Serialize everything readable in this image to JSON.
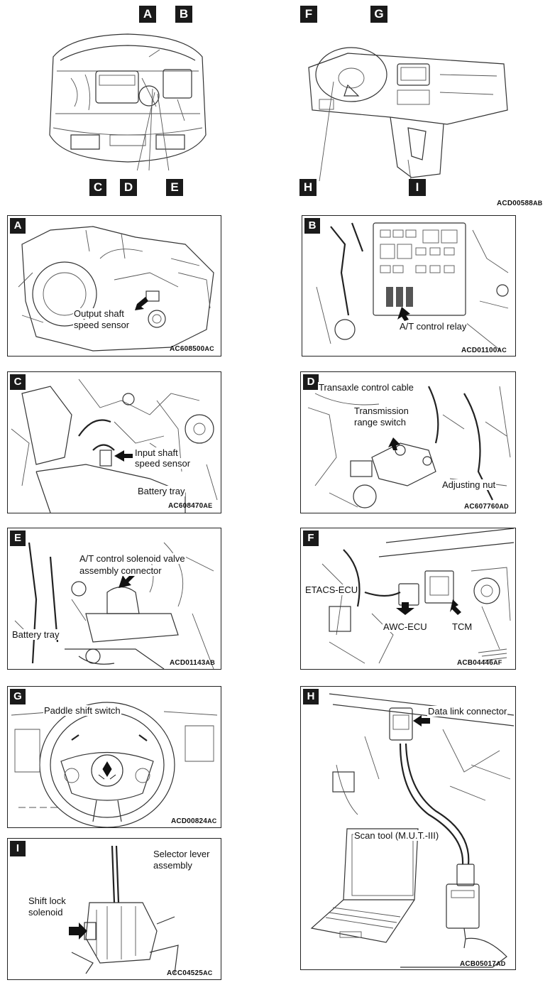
{
  "overview": {
    "callouts_engine": [
      "A",
      "B",
      "C",
      "D",
      "E"
    ],
    "callouts_cabin": [
      "F",
      "G",
      "H",
      "I"
    ],
    "code": "ACD00588",
    "code_suffix": "AB"
  },
  "panels": {
    "A": {
      "letter": "A",
      "labels": [
        "Output shaft speed sensor"
      ],
      "label_lines": [
        "Output shaft",
        "speed sensor"
      ],
      "code": "AC608500",
      "code_suffix": "AC"
    },
    "B": {
      "letter": "B",
      "label": "A/T control relay",
      "code": "ACD01100",
      "code_suffix": "AC"
    },
    "C": {
      "letter": "C",
      "label_lines": [
        "Input shaft",
        "speed sensor"
      ],
      "label2": "Battery tray",
      "code": "AC608470",
      "code_suffix": "AE"
    },
    "D": {
      "letter": "D",
      "label1": "Transaxle control cable",
      "label2_lines": [
        "Transmission",
        "range switch"
      ],
      "label3": "Adjusting nut",
      "code": "AC607760",
      "code_suffix": "AD"
    },
    "E": {
      "letter": "E",
      "label_lines": [
        "A/T control solenoid valve",
        "assembly connector"
      ],
      "label2": "Battery tray",
      "code": "ACD01143",
      "code_suffix": "AB"
    },
    "F": {
      "letter": "F",
      "label1": "ETACS-ECU",
      "label2": "AWC-ECU",
      "label3": "TCM",
      "code": "ACB04446",
      "code_suffix": "AF"
    },
    "G": {
      "letter": "G",
      "label": "Paddle shift switch",
      "code": "ACD00824",
      "code_suffix": "AC"
    },
    "H": {
      "letter": "H",
      "label1": "Data link connector",
      "label2": "Scan tool (M.U.T.-III)",
      "code": "ACB05017",
      "code_suffix": "AD"
    },
    "I": {
      "letter": "I",
      "label1_lines": [
        "Selector lever",
        "assembly"
      ],
      "label2_lines": [
        "Shift lock",
        "solenoid"
      ],
      "code": "ACC04525",
      "code_suffix": "AC"
    }
  }
}
